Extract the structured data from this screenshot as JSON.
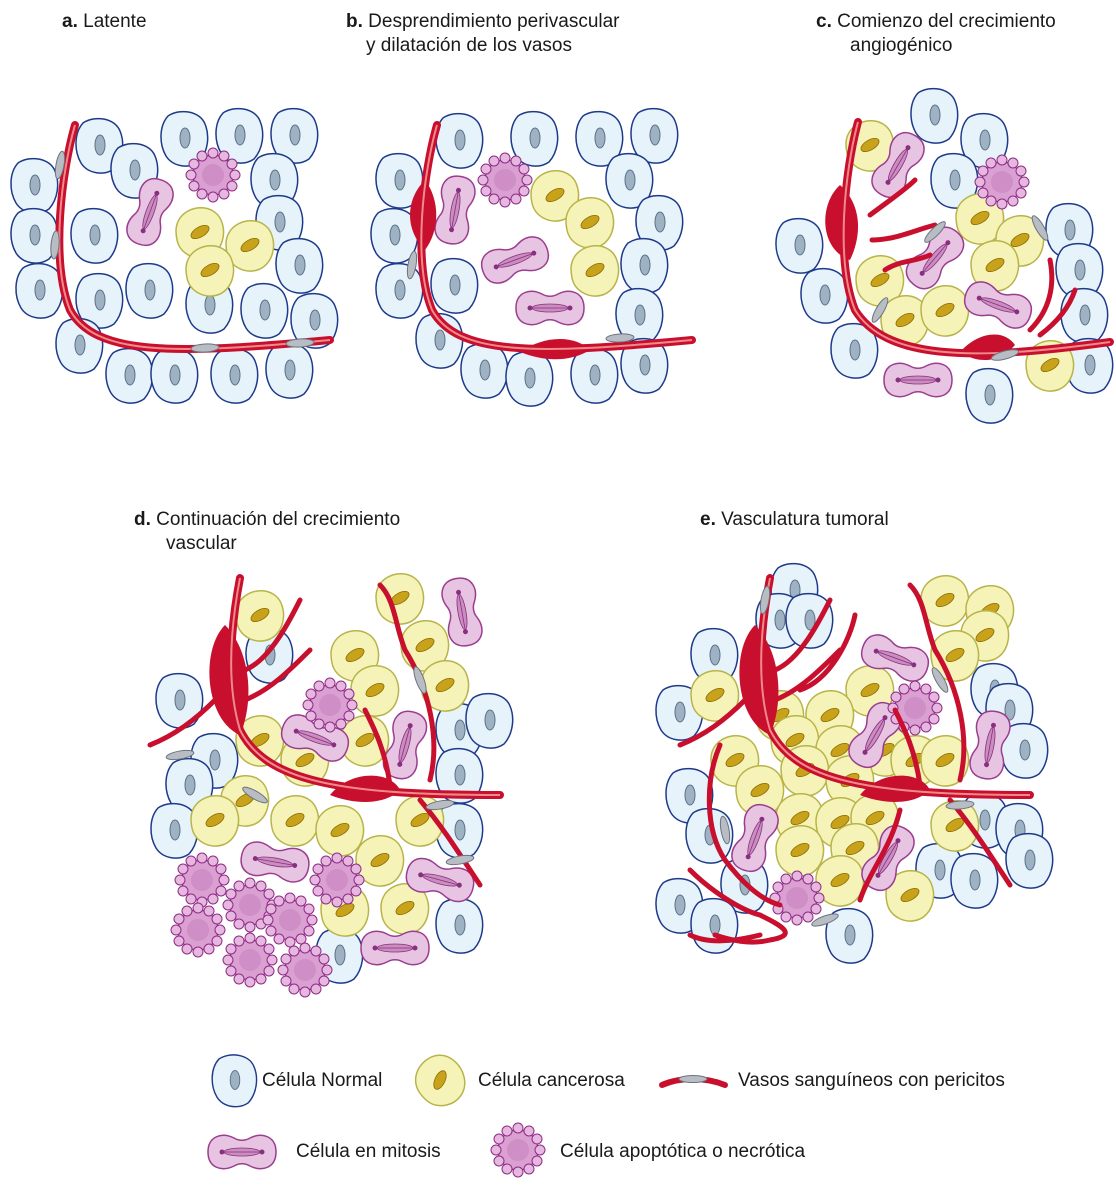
{
  "panels": [
    {
      "letter": "a.",
      "title": "Latente",
      "subtitle": ""
    },
    {
      "letter": "b.",
      "title": "Desprendimiento perivascular",
      "subtitle": "y dilatación de los vasos"
    },
    {
      "letter": "c.",
      "title": "Comienzo del crecimiento",
      "subtitle": "angiogénico"
    },
    {
      "letter": "d.",
      "title": "Continuación del crecimiento",
      "subtitle": "vascular"
    },
    {
      "letter": "e.",
      "title": "Vasculatura tumoral",
      "subtitle": ""
    }
  ],
  "legend": {
    "normal": "Célula Normal",
    "cancer": "Célula cancerosa",
    "vessel": "Vasos sanguíneos con pericitos",
    "mitosis": "Célula en mitosis",
    "apoptotic": "Célula apoptótica o necrótica"
  },
  "colors": {
    "normal_fill": "#e6f3fb",
    "normal_stroke": "#1e3a8a",
    "normal_nucleus": "#9fb2c4",
    "cancer_fill": "#f6f3b8",
    "cancer_stroke": "#b8b44a",
    "cancer_nucleus": "#c9a21b",
    "mitosis_fill": "#e7c4e2",
    "mitosis_stroke": "#9b3d8f",
    "apoptotic_fill": "#dba0d2",
    "apoptotic_stroke": "#8e2b86",
    "vessel": "#c8102e",
    "vessel_light": "#f08a8a",
    "pericyte": "#b8bdc4"
  }
}
